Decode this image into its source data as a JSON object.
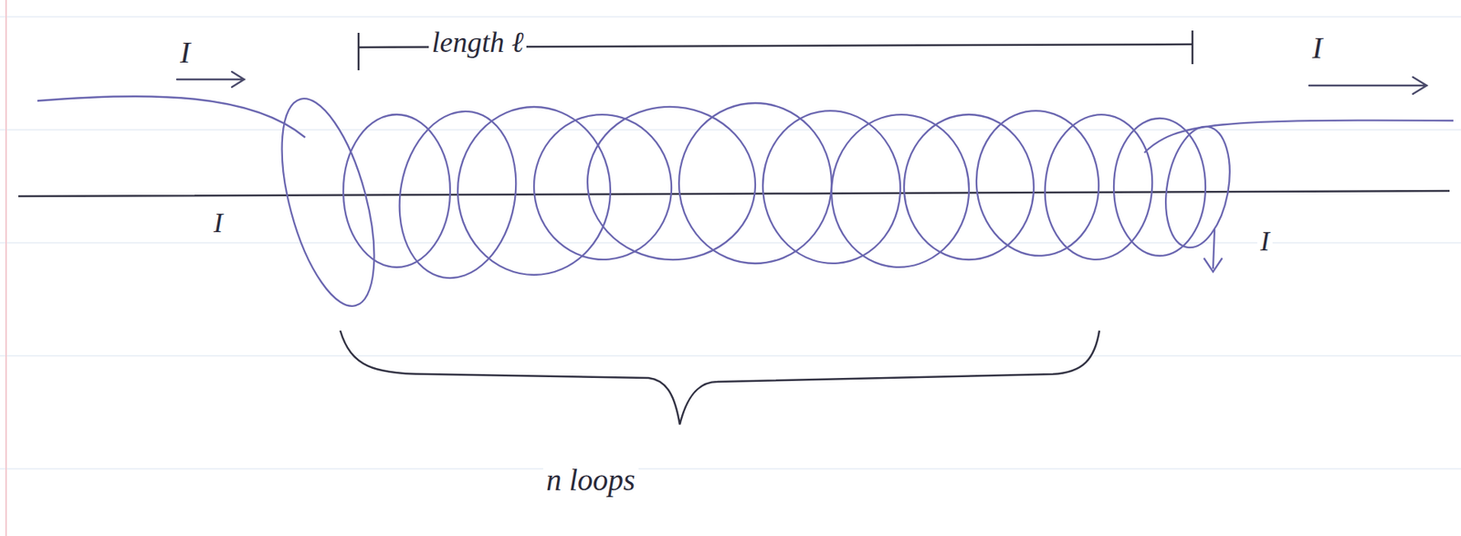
{
  "diagram": {
    "labels": [
      "I",
      "length ℓ",
      "I",
      "I",
      "I",
      "n loops"
    ]
  }
}
